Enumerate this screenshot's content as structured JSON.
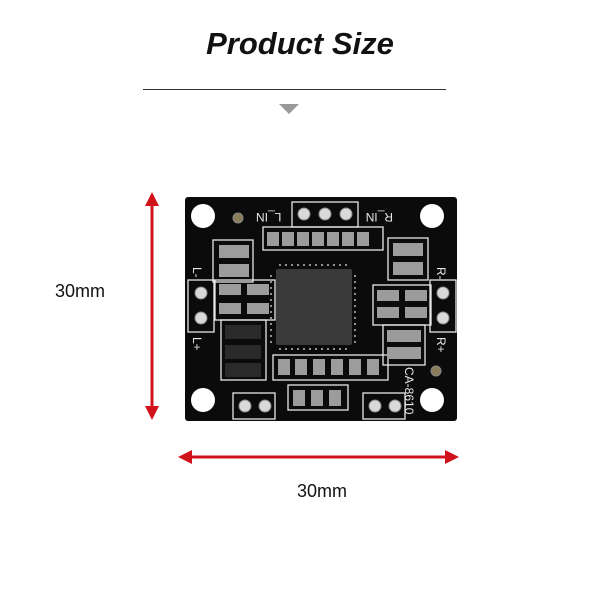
{
  "header": {
    "title": "Product Size"
  },
  "dimensions": {
    "height_label": "30mm",
    "width_label": "30mm"
  },
  "colors": {
    "arrow": "#d0121b",
    "board": "#0b0b0b",
    "silkscreen": "#e8e8e8",
    "pointer": "#9a9a9a"
  },
  "board": {
    "labels": {
      "l_in": "L_IN",
      "r_in": "R_IN",
      "l_minus": "L-",
      "l_plus": "L+",
      "r_minus": "R-",
      "r_plus": "R+",
      "model": "CA-8610"
    }
  }
}
